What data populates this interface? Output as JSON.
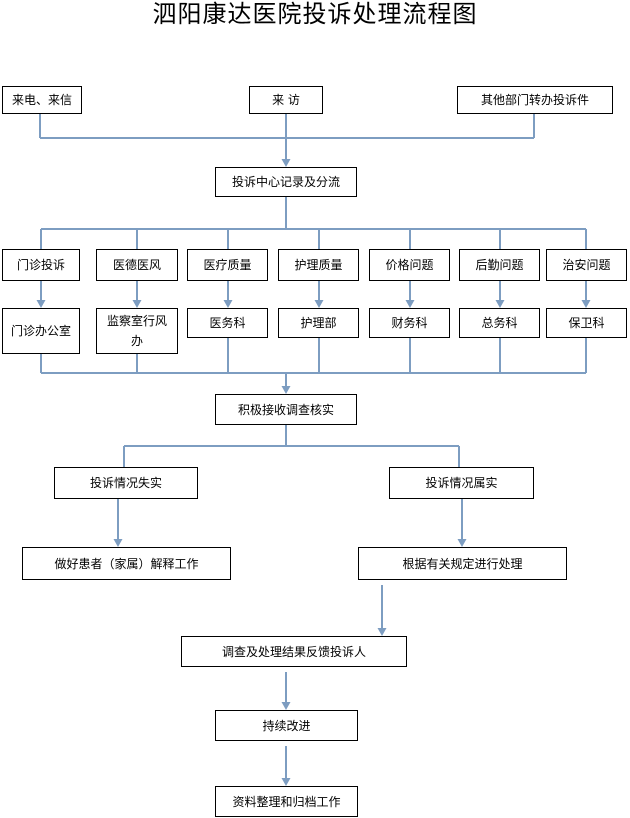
{
  "title": "泗阳康达医院投诉处理流程图",
  "line_color": "#7d9dc1",
  "sources": {
    "phone_letter": "来电、来信",
    "visit": "来  访",
    "transfer": "其他部门转办投诉件"
  },
  "record": "投诉中心记录及分流",
  "categories": [
    "门诊投诉",
    "医德医风",
    "医疗质量",
    "护理质量",
    "价格问题",
    "后勤问题",
    "治安问题"
  ],
  "departments": [
    "门诊办公室",
    "监察室行风办",
    "医务科",
    "护理部",
    "财务科",
    "总务科",
    "保卫科"
  ],
  "investigate": "积极接收调查核实",
  "outcomes": {
    "false": "投诉情况失实",
    "true": "投诉情况属实"
  },
  "actions": {
    "explain": "做好患者（家属）解释工作",
    "handle": "根据有关规定进行处理"
  },
  "feedback": "调查及处理结果反馈投诉人",
  "improve": "持续改进",
  "archive": "资料整理和归档工作"
}
